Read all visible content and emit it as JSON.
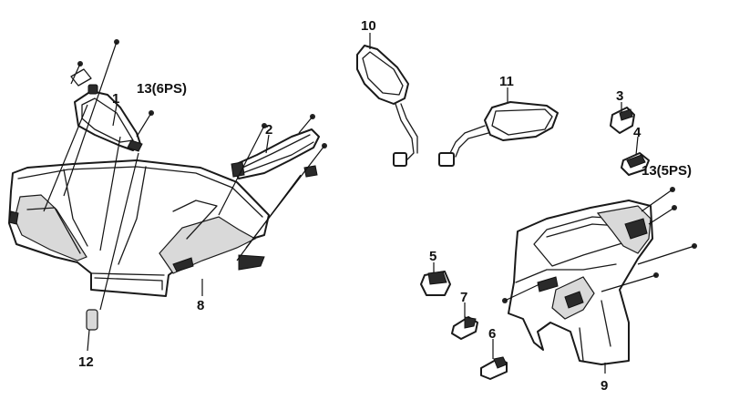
{
  "diagram": {
    "callouts": {
      "c1": "1",
      "c2": "2",
      "c3": "3",
      "c4": "4",
      "c5": "5",
      "c6": "6",
      "c7": "7",
      "c8": "8",
      "c9": "9",
      "c10": "10",
      "c11": "11",
      "c12": "12",
      "c13a": "13(6PS)",
      "c13b": "13(5PS)"
    },
    "colors": {
      "line": "#1a1a1a",
      "background": "#ffffff",
      "shade": "#d9d9d9"
    }
  }
}
